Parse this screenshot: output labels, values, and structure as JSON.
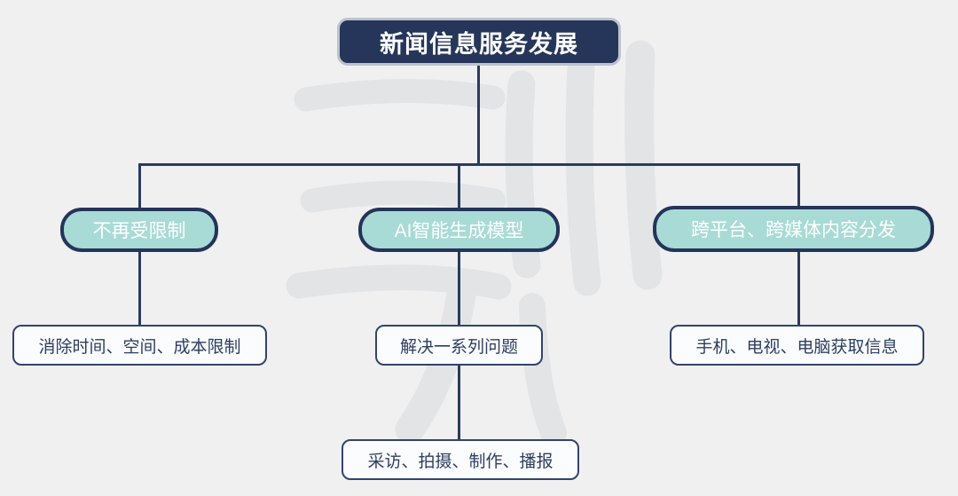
{
  "mindmap": {
    "root": {
      "label": "新闻信息服务发展"
    },
    "branches": [
      {
        "label": "不再受限制",
        "leaves": [
          {
            "label": "消除时间、空间、成本限制"
          }
        ]
      },
      {
        "label": "AI智能生成模型",
        "leaves": [
          {
            "label": "解决一系列问题"
          },
          {
            "label": "采访、拍摄、制作、播报"
          }
        ]
      },
      {
        "label": "跨平台、跨媒体内容分发",
        "leaves": [
          {
            "label": "手机、电视、电脑获取信息"
          }
        ]
      }
    ]
  },
  "watermark": {
    "icon": "brush-stroke-character-watermark"
  },
  "colors": {
    "background": "#f0f0f1",
    "root_fill": "#26365a",
    "root_outer_border": "#bcc3cc",
    "branch_fill": "#a8dbd5",
    "node_border": "#24345a",
    "connector_line": "#2b3b5e",
    "leaf_fill": "#fbfcfd",
    "leaf_text": "#2e3e60",
    "watermark_gray": "#e3e4e6"
  }
}
